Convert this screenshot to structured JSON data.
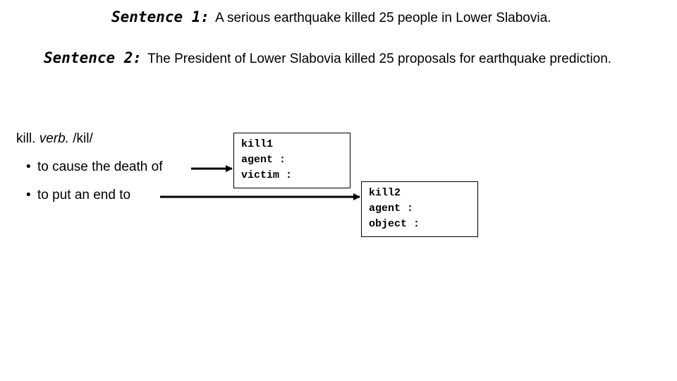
{
  "sentences": [
    {
      "label": "Sentence 1:",
      "text": "A serious earthquake killed 25 people in Lower Slabovia."
    },
    {
      "label": "Sentence 2:",
      "text": "The President of Lower Slabovia killed 25 proposals for earthquake prediction."
    }
  ],
  "entry": {
    "word": "kill.",
    "pos": "verb.",
    "pron": "/kil/",
    "senses": [
      "to cause the death of",
      "to put an end to"
    ]
  },
  "frames": [
    {
      "name": "kill1",
      "roles": [
        "agent :",
        "victim :"
      ]
    },
    {
      "name": "kill2",
      "roles": [
        "agent :",
        "object :"
      ]
    }
  ]
}
